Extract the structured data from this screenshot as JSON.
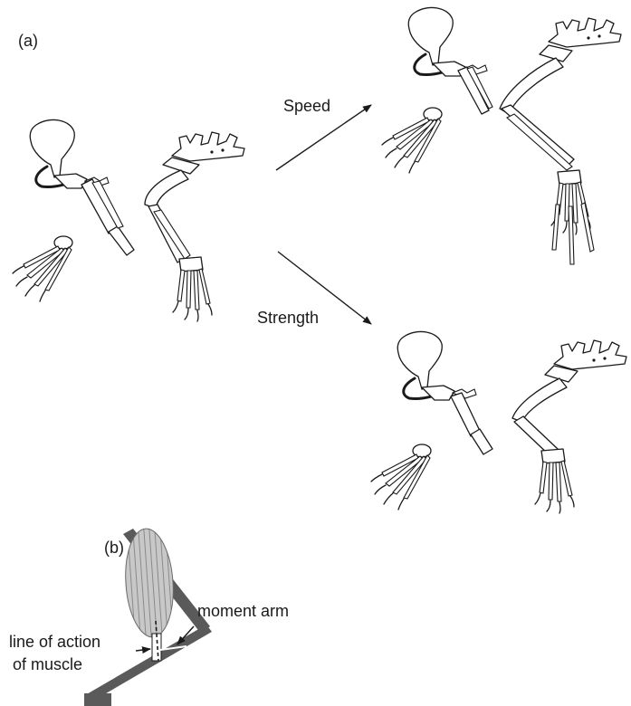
{
  "panel_a": {
    "label": "(a)"
  },
  "panel_b": {
    "label": "(b)",
    "moment_arm_label": "moment arm",
    "line_of_action_label_1": "line of action",
    "line_of_action_label_2": "of muscle"
  },
  "arrows": {
    "upper_label": "Speed",
    "lower_label": "Strength"
  },
  "colors": {
    "ink": "#1a1a1a",
    "muscle": "#c8c8c8",
    "lever": "#5a5a5a"
  }
}
